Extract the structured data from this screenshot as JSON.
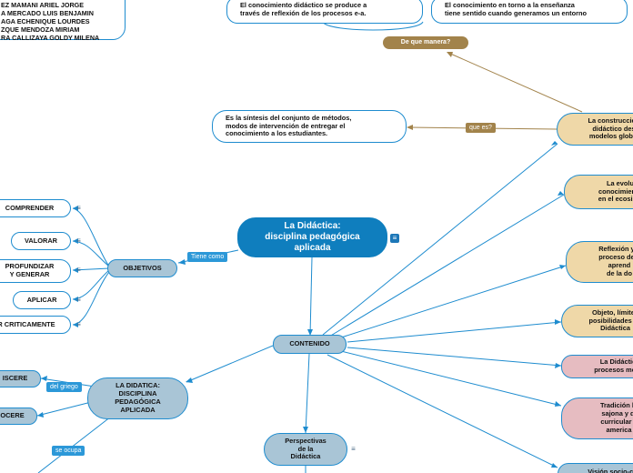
{
  "authors": "EZ MAMANI ARIEL JORGE\nA MERCADO LUIS BENJAMIN\nAGA ECHENIQUE LOURDES\nZQUE MENDOZA MIRIAM\nRA CALLIZAYA GOLDY MILENA",
  "central": "La Didáctica:\ndisciplina pedagógica\naplicada",
  "tags": {
    "tiene_como": "Tiene como",
    "del_griego": "del griego",
    "se_ocupa": "se ocupa",
    "que_es": "que es?",
    "de_que_manera": "De que manera?"
  },
  "nodes": {
    "objetivos": "OBJETIVOS",
    "comprender": "COMPRENDER",
    "valorar": "VALORAR",
    "profundizar": "PROFUNDIZAR\nY GENERAR",
    "aplicar": "APLICAR",
    "criticamente": "R CRITICAMENTE",
    "contenido": "CONTENIDO",
    "didatica": "LA DIDATICA:\nDISCIPLINA\nPEDAGÓGICA\nAPLICADA",
    "discere": "ISCERE",
    "docere": "OCERE",
    "perspectivas": "Perspectivas\nde la\nDidáctica",
    "sintesis": "Es la síntesis del conjunto de métodos,\nmodos de intervención de entregar el\nconocimiento a los estudiantes.",
    "conocimiento_didactico": "El conocimiento didáctico se produce a\ntravés de reflexión de los procesos e-a.",
    "conocimiento_ensenanza": "El conocimiento en torno a la enseñanza\ntiene sentido cuando generamos un entorno",
    "construccion": "La construcción\ndidáctico des\nmodelos global",
    "evolucion": "La evolu\nconocimiento\nen el ecosiste",
    "reflexion": "Reflexión y a\nproceso de e\naprend\nde la do",
    "objeto": "Objeto, límites\nposibilidades de\nDidáctica",
    "procesos": "La Didáctic\nprocesos meto",
    "tradicion": "Tradición la\nsajona y di\ncurricular a\namerica",
    "vision": "Visión socio-co"
  }
}
